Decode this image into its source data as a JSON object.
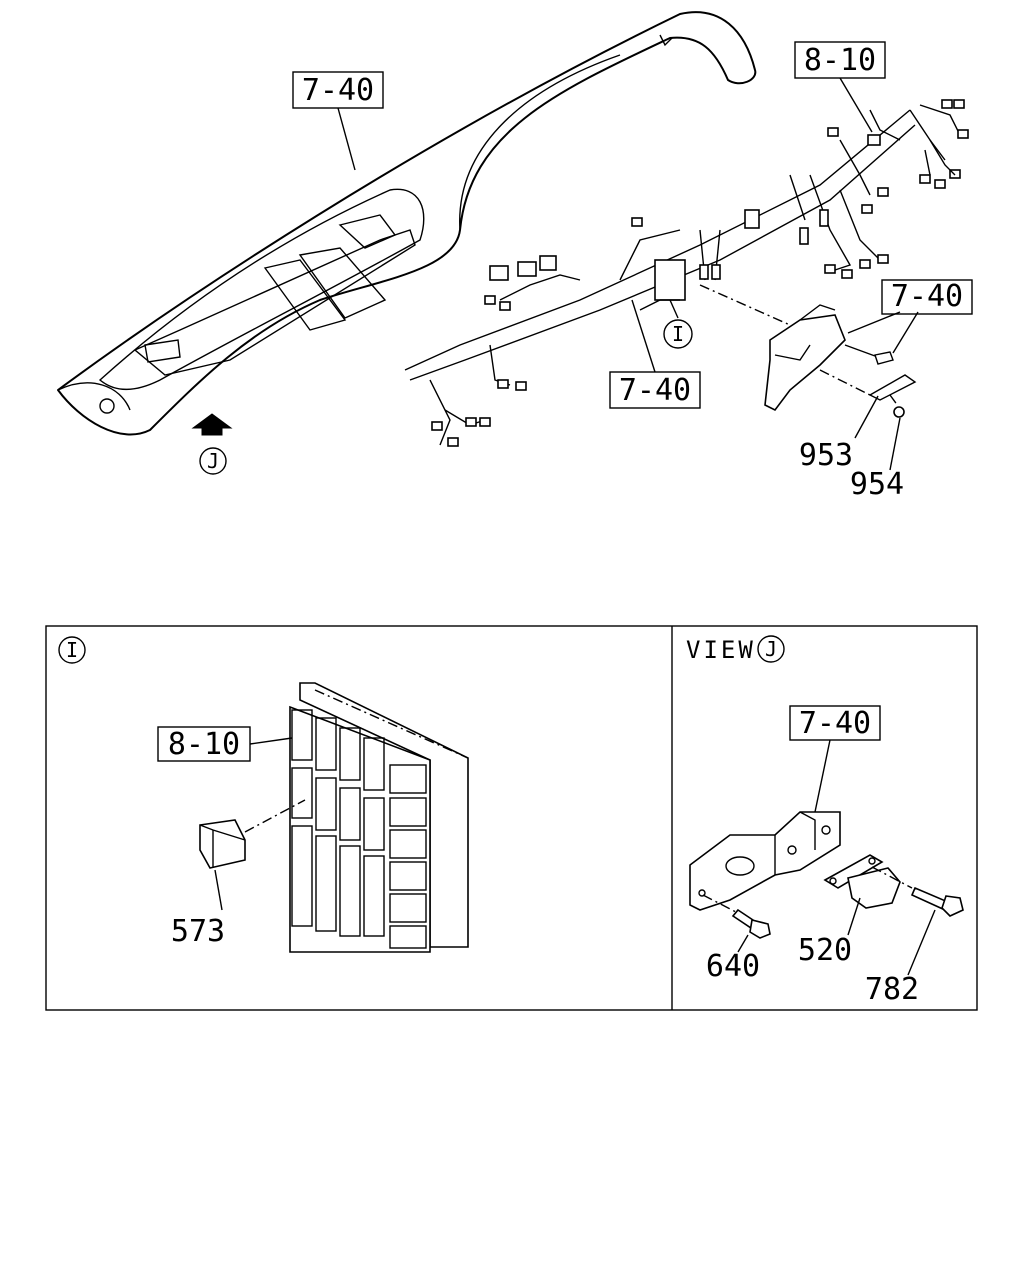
{
  "refs": {
    "ref_7_40_top": "7-40",
    "ref_8_10_top": "8-10",
    "ref_7_40_right": "7-40",
    "ref_7_40_center": "7-40",
    "ref_8_10_inset": "8-10",
    "ref_7_40_view": "7-40"
  },
  "parts": {
    "p953": "953",
    "p954": "954",
    "p573": "573",
    "p640": "640",
    "p520": "520",
    "p782": "782"
  },
  "callouts": {
    "detail_i": "I",
    "view_j": "J",
    "inset_i": "I",
    "inset_j": "J"
  },
  "panels": {
    "view_label": "VIEW"
  }
}
